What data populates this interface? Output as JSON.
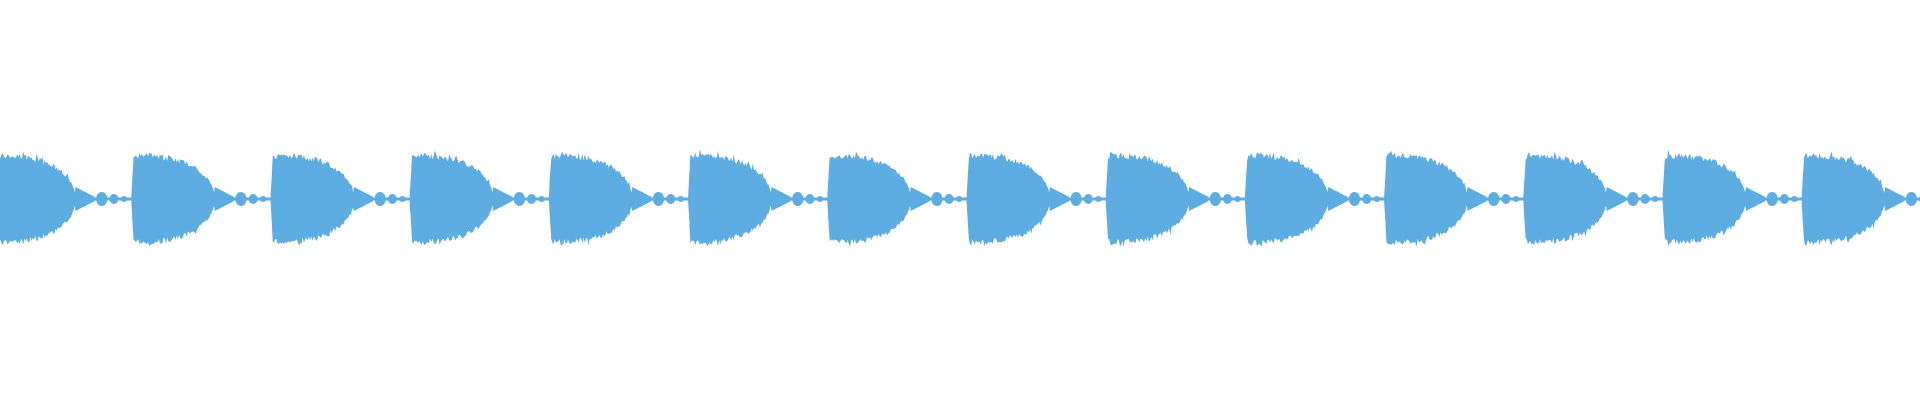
{
  "waveform": {
    "color": "#5DADE2",
    "background": "#ffffff",
    "pulse_count": 14,
    "pulse_period_fraction": 0.0725,
    "pulse_peak_amplitude": 0.76,
    "tail_amplitude": 0.12,
    "tail_noise_amplitude": 0.06
  }
}
